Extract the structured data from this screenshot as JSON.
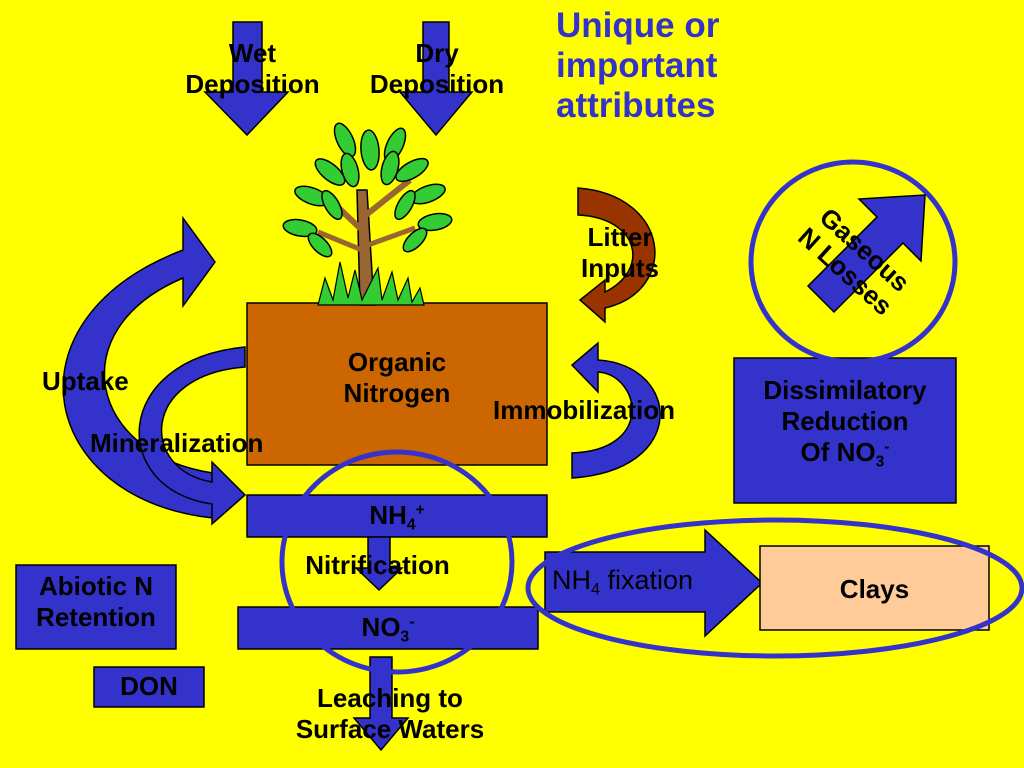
{
  "title": {
    "line1": "Unique or",
    "line2": "important",
    "line3": "attributes"
  },
  "deposition": {
    "wet": {
      "line1": "Wet",
      "line2": "Deposition"
    },
    "dry": {
      "line1": "Dry",
      "line2": "Deposition"
    }
  },
  "pools": {
    "organic_nitrogen": {
      "line1": "Organic",
      "line2": "Nitrogen"
    },
    "ammonium": {
      "base": "NH",
      "sub": "4",
      "sup": "+"
    },
    "nitrate": {
      "base": "NO",
      "sub": "3",
      "sup": "-"
    }
  },
  "processes": {
    "uptake": "Uptake",
    "mineralization": "Mineralization",
    "nitrification": "Nitrification",
    "immobilization": "Immobilization",
    "litter_inputs": {
      "line1": "Litter",
      "line2": "Inputs"
    },
    "leaching": {
      "line1": "Leaching to",
      "line2": "Surface Waters"
    },
    "gaseous_losses": {
      "line1": "Gaseous",
      "line2": "N Losses"
    },
    "nh4_fixation": {
      "base": "NH",
      "sub": "4",
      "rest": " fixation"
    }
  },
  "boxes": {
    "dissimilatory": {
      "line1": "Dissimilatory",
      "line2": "Reduction",
      "line3_base": "Of NO",
      "line3_sub": "3",
      "line3_sup": "-"
    },
    "abiotic": {
      "line1": "Abiotic N",
      "line2": "Retention"
    },
    "don": "DON",
    "clays": "Clays"
  },
  "colors": {
    "background": "#ffff00",
    "arrow_blue": "#3333cc",
    "title_blue": "#3333cc",
    "organic_box": "#cc6600",
    "clays_box": "#ffcc99",
    "litter_arrow": "#993300",
    "tree_trunk": "#996633",
    "leaf": "#33cc33"
  }
}
